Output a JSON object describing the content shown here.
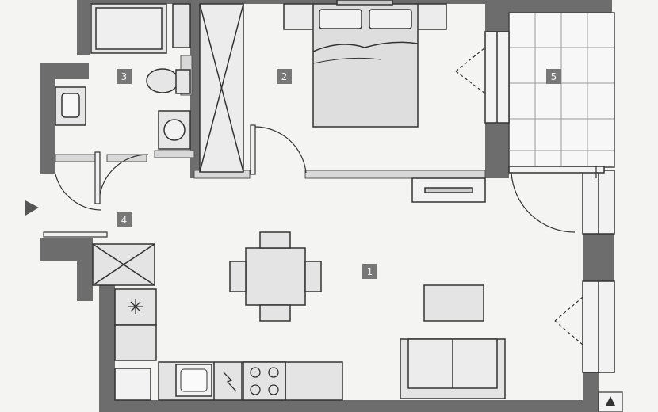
{
  "colors": {
    "background": "#f4f4f2",
    "wall": "#6d6d6d",
    "fixture_fill": "#e6e6e6",
    "line": "#333333",
    "label_box": "#777777",
    "label_text": "#f0f0f0"
  },
  "rooms": [
    {
      "number": "1"
    },
    {
      "number": "2"
    },
    {
      "number": "3"
    },
    {
      "number": "4"
    },
    {
      "number": "5"
    }
  ],
  "icons": {
    "entrance": "entrance-arrow-icon",
    "north": "north-arrow-icon",
    "stove": "stove-burners-icon",
    "boiler": "boiler-icon",
    "sink": "kitchen-sink-icon"
  }
}
